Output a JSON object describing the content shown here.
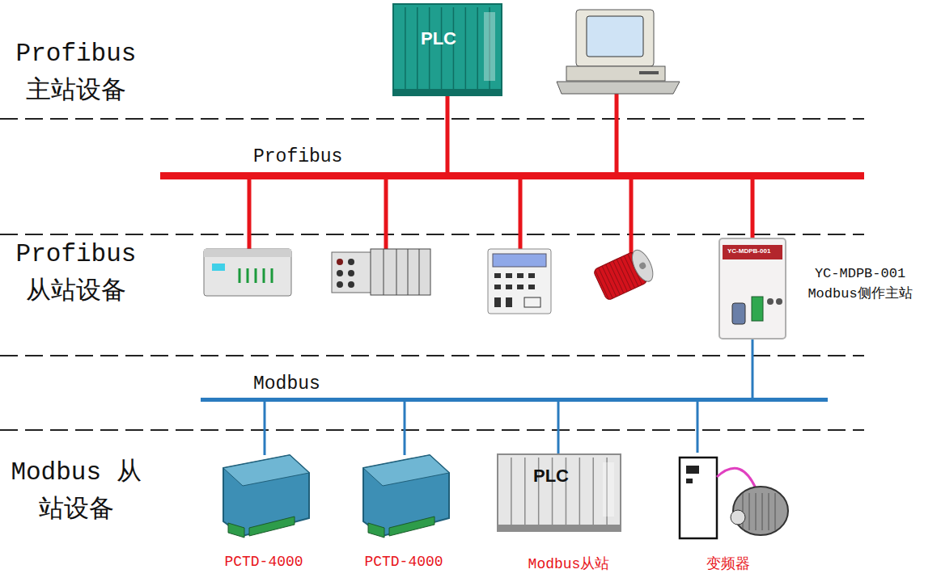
{
  "diagram": {
    "nodes": [
      {
        "text": [
          "PLC"
        ]
      },
      {
        "text": [
          "Profibus"
        ]
      },
      {
        "text": [
          "YC-MDPB-001",
          "YC-MDPB-001 Modbus侧作主站"
        ]
      },
      {
        "text": [
          "Modbus"
        ]
      },
      {
        "text": [
          "PCTD-4000"
        ]
      },
      {
        "text": [
          "PCTD-4000"
        ]
      },
      {
        "text": [
          "PLC",
          "Modbus从站"
        ]
      },
      {
        "text": [
          "变频器"
        ]
      }
    ],
    "edges": [
      {
        "from": 0,
        "to": 1,
        "arrow": "none"
      },
      {
        "from": 2,
        "to": 1,
        "arrow": "none"
      },
      {
        "from": 2,
        "to": 3,
        "arrow": "none"
      },
      {
        "from": 4,
        "to": 3,
        "arrow": "none"
      },
      {
        "from": 5,
        "to": 3,
        "arrow": "none"
      },
      {
        "from": 6,
        "to": 3,
        "arrow": "none"
      },
      {
        "from": 7,
        "to": 3,
        "arrow": "none"
      }
    ],
    "labels": [
      "Profibus 主站设备",
      "Profibus 从站设备",
      "Modbus 从站设备"
    ]
  }
}
